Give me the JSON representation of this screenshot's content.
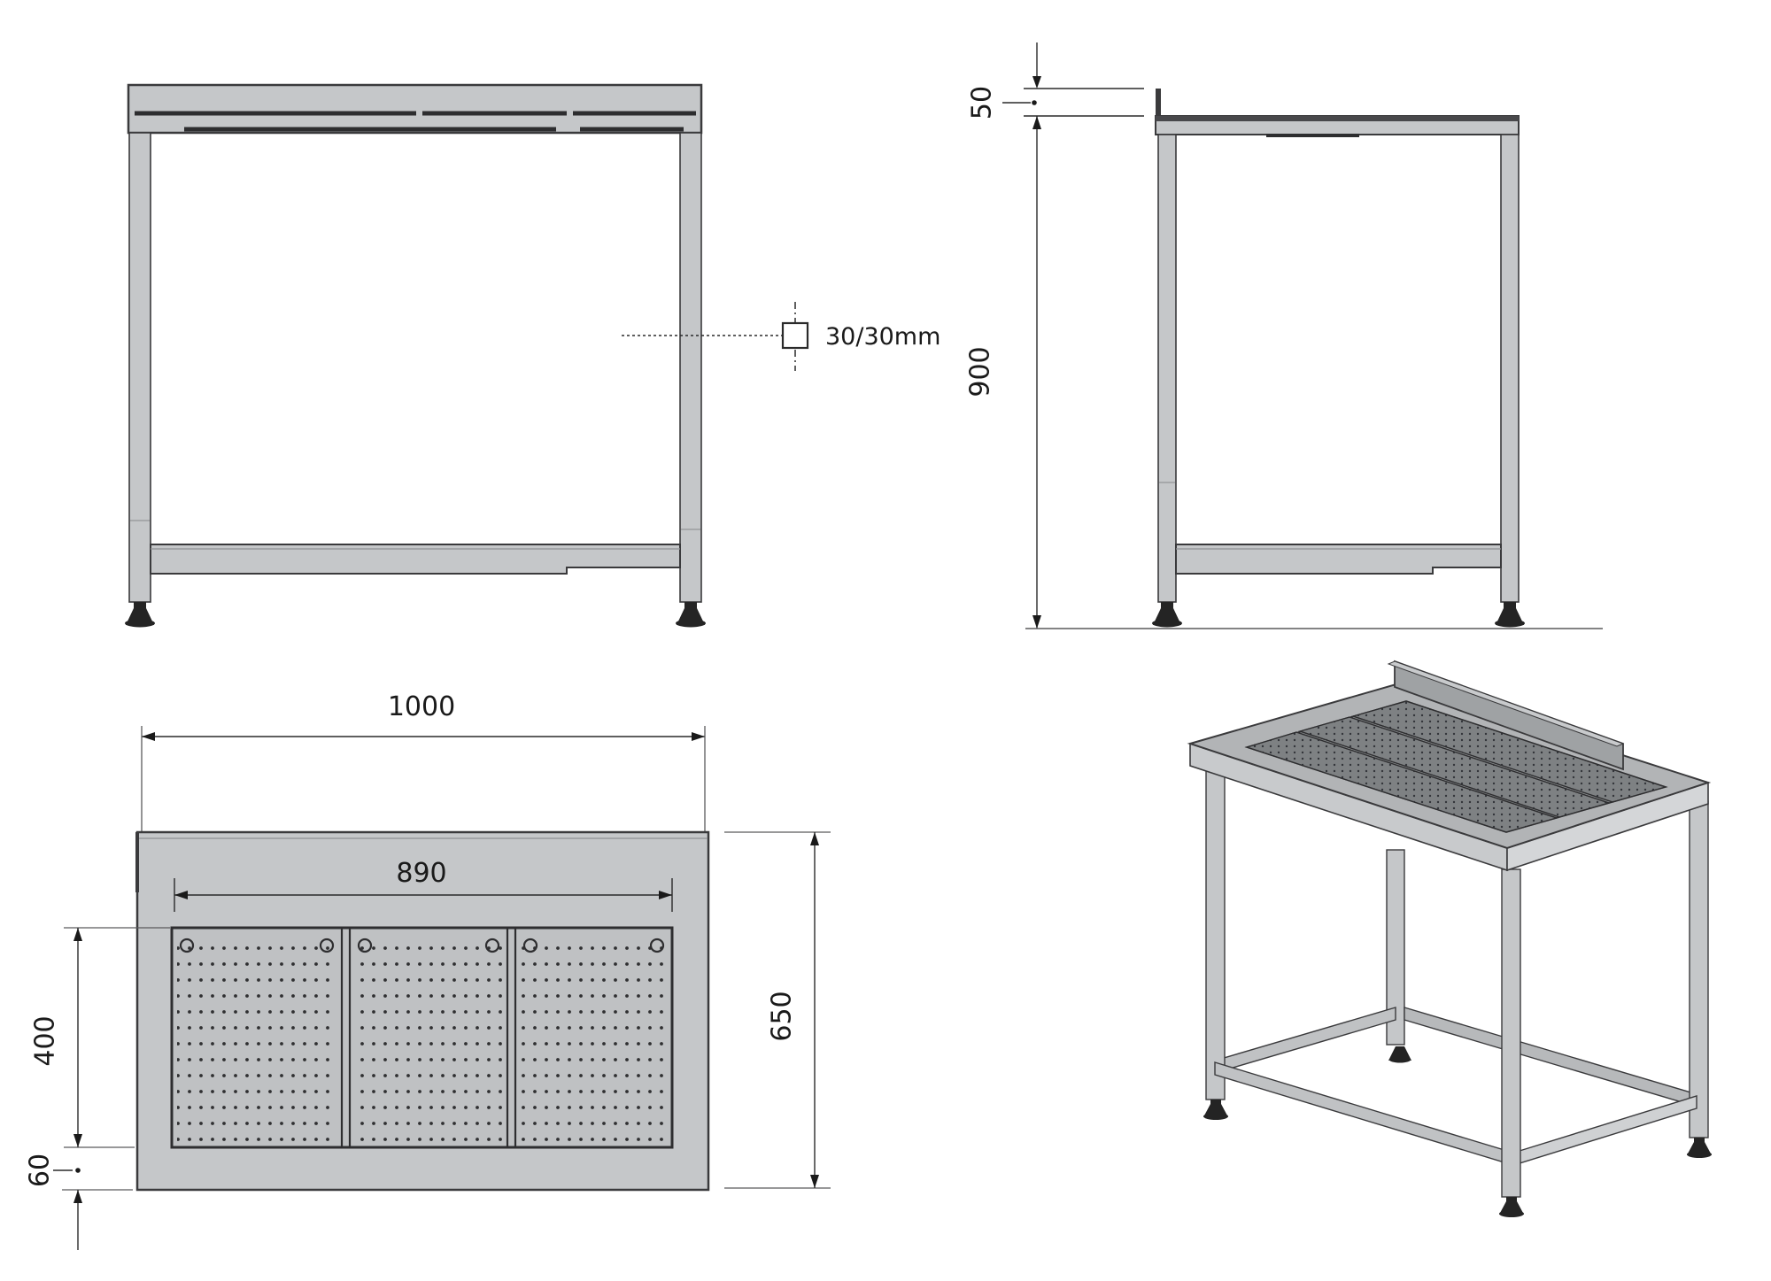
{
  "drawing": {
    "front_view": {
      "callout_label": "30/30mm"
    },
    "side_view": {
      "dim_top_thickness": "50",
      "dim_working_height": "900"
    },
    "top_view": {
      "dim_overall_width": "1000",
      "dim_inner_width": "890",
      "dim_depth": "650",
      "dim_perforated_depth": "400",
      "dim_edge_offset": "60"
    },
    "colors": {
      "surface_grey": "#c5c7c9",
      "panel_grey": "#bfc1c3",
      "recess_grey": "#898c8e",
      "line_dark": "#3a3a3c",
      "foot_dark": "#242424",
      "background": "#ffffff"
    }
  }
}
